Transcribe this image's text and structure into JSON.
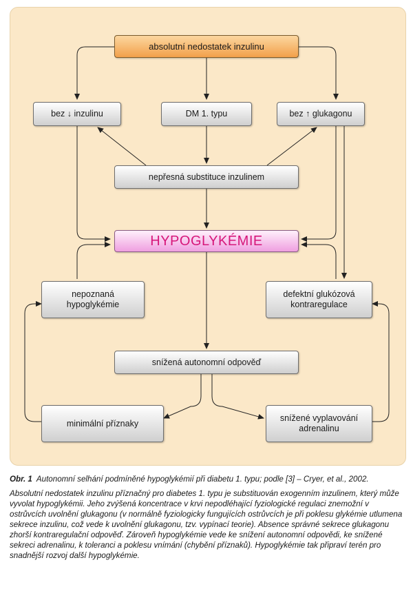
{
  "diagram": {
    "nodes": {
      "top": "absolutní nedostatek inzulinu",
      "bez_inzulinu": "bez ↓ inzulinu",
      "dm1": "DM 1. typu",
      "bez_glukagonu": "bez ↑ glukagonu",
      "substituce": "nepřesná substituce inzulinem",
      "hypo": "HYPOGLYKÉMIE",
      "nepoznana": "nepoznaná hypoglykémie",
      "defektni": "defektní glukózová kontraregulace",
      "snizena_odpoved": "snížená autonomní odpověď",
      "minimalni": "minimální příznaky",
      "adrenalin": "snížené vyplavování adrenalinu"
    }
  },
  "caption": {
    "label": "Obr. 1",
    "title": "Autonomní selhání podmíněné hypoglykémií při diabetu 1. typu; podle [3] – Cryer, et al., 2002.",
    "body": "Absolutní nedostatek inzulinu příznačný pro diabetes 1. typu je substituován exogenním inzulinem, který může vyvolat hypoglykémii. Jeho zvýšená koncentrace v krvi nepodléhající fyziologické regulaci znemožní v ostrůvcích uvolnění glukagonu (v normálně fyziologicky fungujících ostrůvcích je při poklesu glykémie utlumena sekrece inzulinu, což vede k uvolnění glukagonu, tzv. vypínací teorie). Absence správné sekrece glukagonu zhorší kontraregulační odpověď. Zároveň hypoglykémie vede ke snížení autonomní odpovědi, ke snížené sekreci adrenalinu, k toleranci a poklesu vnímání (chybění příznaků). Hypoglykémie tak připraví terén pro snadnější rozvoj další hypoglykémie."
  }
}
